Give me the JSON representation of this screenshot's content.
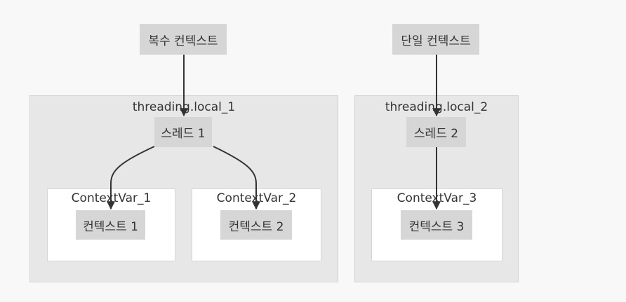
{
  "top_nodes": {
    "multi": "복수 컨텍스트",
    "single": "단일 컨텍스트"
  },
  "groups": {
    "local_1": {
      "label": "threading.local_1",
      "thread": "스레드 1",
      "vars": [
        {
          "label": "ContextVar_1",
          "context": "컨텍스트 1"
        },
        {
          "label": "ContextVar_2",
          "context": "컨텍스트 2"
        }
      ]
    },
    "local_2": {
      "label": "threading.local_2",
      "thread": "스레드 2",
      "vars": [
        {
          "label": "ContextVar_3",
          "context": "컨텍스트 3"
        }
      ]
    }
  },
  "colors": {
    "background": "#f8f8f8",
    "group_fill": "#e7e7e7",
    "node_fill": "#d6d6d6",
    "edge": "#333333"
  }
}
